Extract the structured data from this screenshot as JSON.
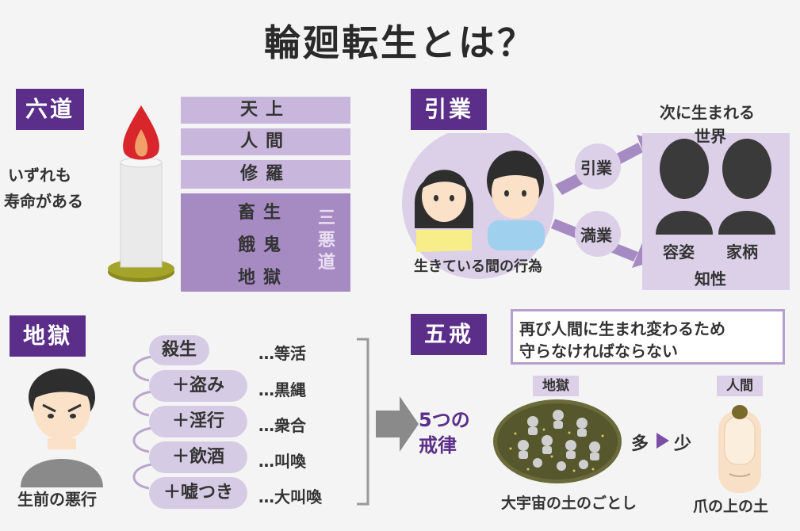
{
  "title": "輪廻転生とは？",
  "rokudo": {
    "label": "六道",
    "note_line1": "いずれも",
    "note_line2": "寿命がある",
    "realms_top": [
      "天上",
      "人間",
      "修羅"
    ],
    "realms_evil": [
      "畜生",
      "餓鬼",
      "地獄"
    ],
    "evil_label": "三悪道"
  },
  "ingou": {
    "label": "引業",
    "people_caption": "生きている間の行為",
    "arrow_top": "引業",
    "arrow_bottom": "満業",
    "next_world_line1": "次に生まれる",
    "next_world_line2": "世界",
    "attr1": "容姿",
    "attr2": "家柄",
    "attr3": "知性"
  },
  "jigoku": {
    "label": "地獄",
    "caption": "生前の悪行",
    "sins": [
      "殺生",
      "＋盗み",
      "＋淫行",
      "＋飲酒",
      "＋嘘つき"
    ],
    "hells": [
      "…等活",
      "…黒縄",
      "…衆合",
      "…叫喚",
      "…大叫喚"
    ]
  },
  "gokai": {
    "label": "五戒",
    "note_line1": "再び人間に生まれ変わるため",
    "note_line2": "守らなければならない",
    "precepts_line1": "5つの",
    "precepts_line2": "戒律",
    "hell_tag": "地獄",
    "human_tag": "人間",
    "many": "多",
    "few": "少",
    "hell_caption": "大宇宙の土のごとし",
    "human_caption": "爪の上の土"
  },
  "colors": {
    "accent": "#5b2e8a",
    "light_purple": "#c9b6dc",
    "mid_purple": "#a68bc3",
    "pill": "#d6cbe4"
  }
}
